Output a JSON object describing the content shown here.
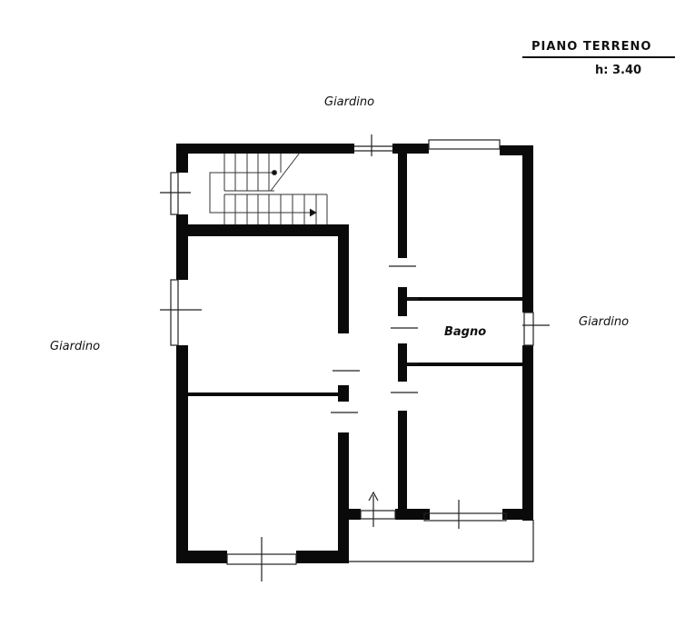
{
  "title": {
    "name": "PIANO TERRENO",
    "height_label": "h: 3.40"
  },
  "labels": {
    "garden_top": "Giardino",
    "garden_left": "Giardino",
    "garden_right": "Giardino",
    "bathroom": "Bagno"
  },
  "colors": {
    "wall": "#0a0a0a",
    "line": "#222222",
    "background": "#ffffff"
  },
  "plan": {
    "rooms": [
      {
        "id": "stair-hall",
        "label": ""
      },
      {
        "id": "room-top-left",
        "label": ""
      },
      {
        "id": "room-bottom-left",
        "label": ""
      },
      {
        "id": "room-top-right",
        "label": ""
      },
      {
        "id": "bathroom",
        "label": "Bagno"
      },
      {
        "id": "room-bottom-right",
        "label": ""
      },
      {
        "id": "corridor",
        "label": ""
      },
      {
        "id": "terrace",
        "label": ""
      }
    ]
  }
}
